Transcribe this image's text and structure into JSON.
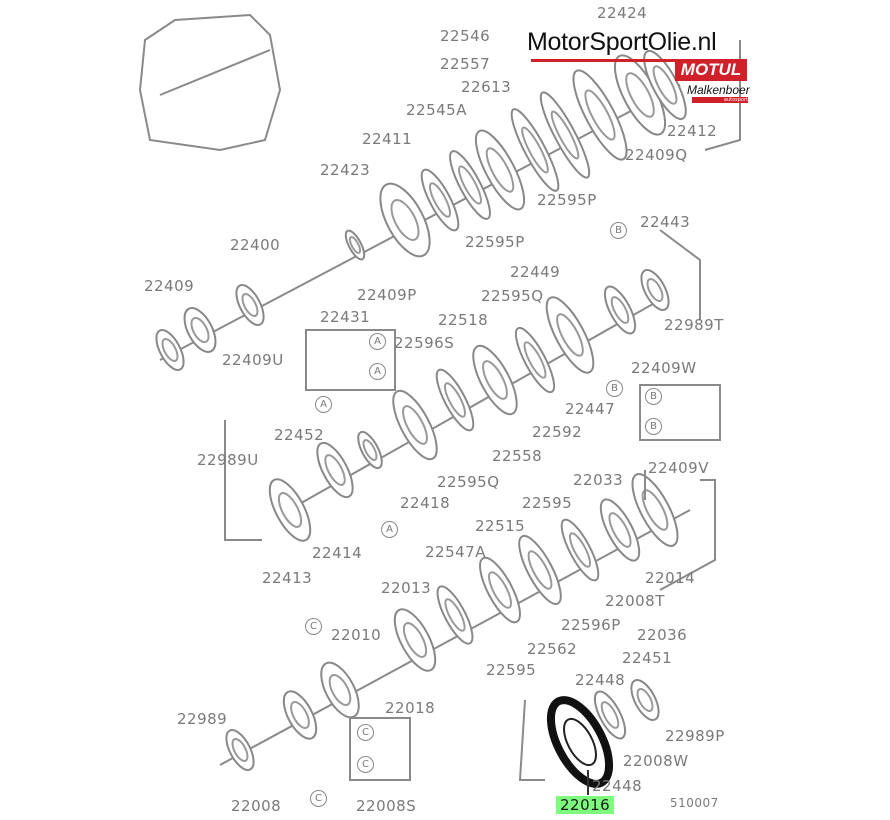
{
  "brand": {
    "site": "MotorSportOlie.nl",
    "motul": "MOTUL",
    "dealer": "Malkenboer",
    "dealer_sub": "autosport",
    "accent": "#d0202a"
  },
  "diagram_code": "510007",
  "highlighted_part": "22016",
  "labels": [
    "22424",
    "22546",
    "22557",
    "22613",
    "22545A",
    "22411",
    "22423",
    "22412",
    "22409Q",
    "22595P",
    "22595P",
    "22443",
    "22400",
    "22409",
    "22449",
    "22409P",
    "22595Q",
    "22989T",
    "22431",
    "22518",
    "22596S",
    "22409U",
    "22409W",
    "22447",
    "22592",
    "22452",
    "22409V",
    "22558",
    "22989U",
    "22595Q",
    "22418",
    "22033",
    "22595",
    "22515",
    "22547A",
    "22414",
    "22014",
    "22413",
    "22013",
    "22008T",
    "22010",
    "22596P",
    "22036",
    "22562",
    "22595",
    "22451",
    "22448",
    "22018",
    "22989",
    "22989P",
    "22008W",
    "22008",
    "22008S",
    "22448"
  ],
  "callouts": [
    "B",
    "B",
    "A",
    "A",
    "A",
    "A",
    "B",
    "B",
    "C",
    "C",
    "C",
    "C"
  ]
}
